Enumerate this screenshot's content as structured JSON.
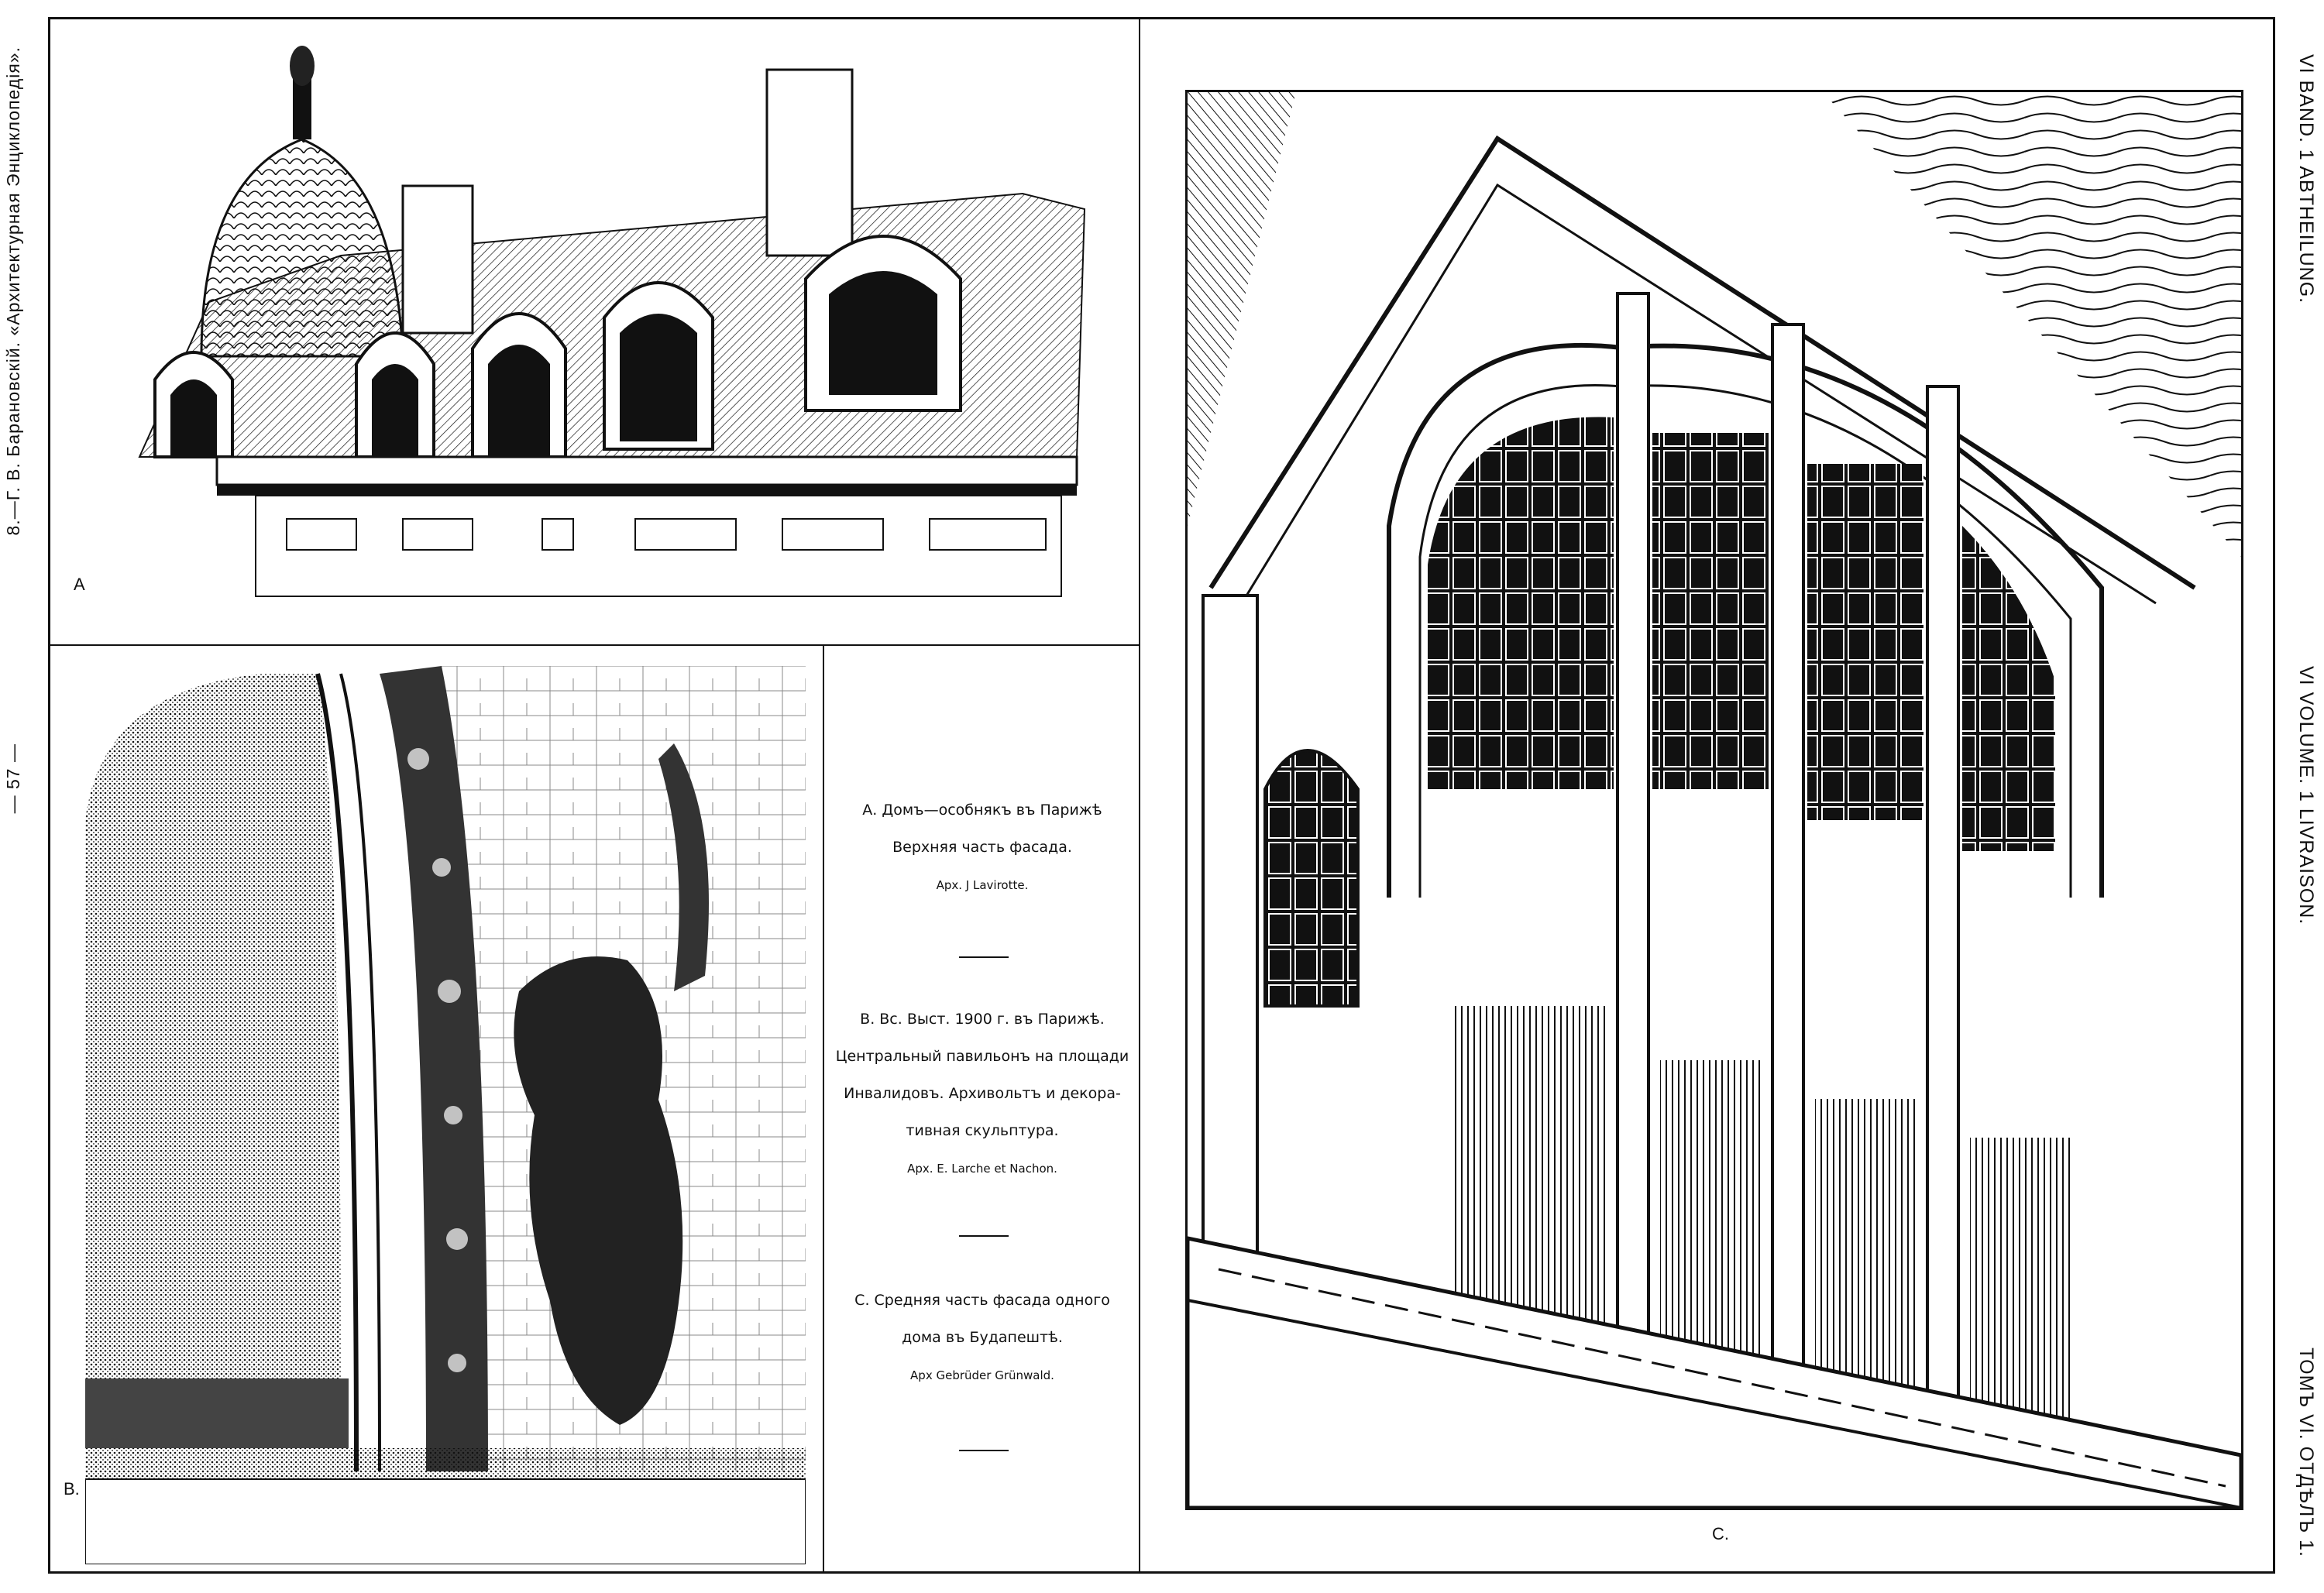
{
  "margins": {
    "left_vertical": "8.—Г. В. Барановскій. «Архитектурная Энциклопедія».",
    "left_page_number": "— 57 —",
    "right_top": "VI BAND. 1 ABTHEILUNG.",
    "right_middle": "VI VOLUME. 1 LIVRAISON.",
    "right_bottom": "ТОМЪ VI. ОТДѢЛЪ 1."
  },
  "figures": {
    "a": {
      "letter": "А"
    },
    "b": {
      "letter": "В."
    },
    "c": {
      "letter": "С."
    }
  },
  "captions": {
    "a": {
      "lines": [
        "А. Домъ—особнякъ въ Парижѣ",
        "Верхняя часть фасада."
      ],
      "credit": "Арх. J Lavirotte."
    },
    "b": {
      "lines": [
        "В. Вс. Выст. 1900 г. въ Парижѣ.",
        "Центральный павильонъ на площади",
        "Инвалидовъ. Архивольтъ и декора-",
        "тивная скульптура."
      ],
      "credit": "Арх. E. Larche et Nachon."
    },
    "c": {
      "lines": [
        "С. Средняя часть фасада одного",
        "дома въ Будапештѣ."
      ],
      "credit": "Арх Gebrüder Grünwald."
    }
  },
  "colors": {
    "ink": "#111111",
    "paper": "#ffffff"
  }
}
